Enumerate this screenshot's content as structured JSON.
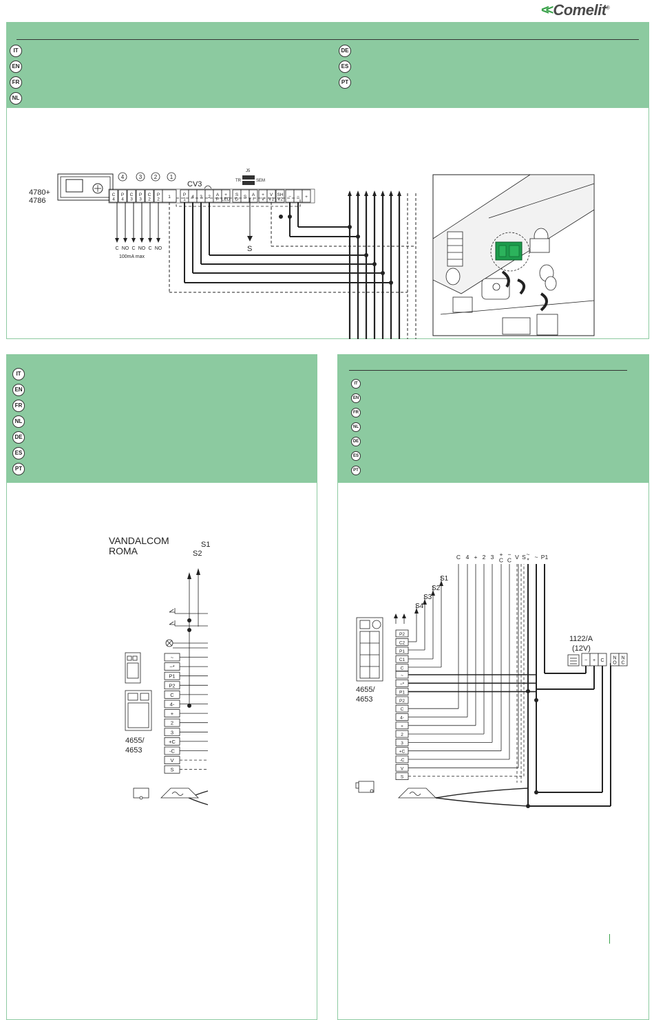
{
  "brand": {
    "logo_text": "Comelit",
    "registered": "®"
  },
  "languages_section_1": {
    "left": [
      "IT",
      "EN",
      "FR",
      "NL"
    ],
    "right": [
      "DE",
      "ES",
      "PT"
    ]
  },
  "languages_section_2": [
    "IT",
    "EN",
    "FR",
    "NL",
    "DE",
    "ES",
    "PT"
  ],
  "languages_section_3": [
    "IT",
    "EN",
    "FR",
    "NL",
    "DE",
    "ES",
    "PT"
  ],
  "diagram1": {
    "device_label_1": "4780+",
    "device_label_2": "4786",
    "relay_numbers": [
      "4",
      "3",
      "2",
      "1"
    ],
    "terminals_left": [
      "C\n4",
      "P\n4",
      "C\n3",
      "P\n3",
      "C\n2",
      "P\n2",
      "1"
    ],
    "cv3_label": "CV3",
    "terminals_mid": [
      "P\n1",
      "4",
      "3",
      "2",
      "A\nP",
      "+\nLED"
    ],
    "s_terminals": [
      "S\nD",
      "S",
      "A\nI"
    ],
    "supply_terminals": [
      "+\nV",
      "V\nV1",
      "SH\nV2",
      "−",
      "−",
      "+"
    ],
    "j5_label": "J5",
    "tr_label": "TR",
    "sem_label": "SEM",
    "relay_outputs": [
      "C",
      "NO",
      "C",
      "NO",
      "C",
      "NO"
    ],
    "relay_max": "100mA max",
    "s_output": "S"
  },
  "diagram2": {
    "panel_name_1": "VANDALCOM",
    "panel_name_2": "ROMA",
    "s1": "S1",
    "s2": "S2",
    "terminals": [
      "~",
      "~*",
      "P1",
      "P2",
      "C",
      "4-",
      "+",
      "2",
      "3",
      "+C",
      "-C",
      "V",
      "S"
    ],
    "model_1": "4655/",
    "model_2": "4653"
  },
  "diagram3": {
    "top_terminals": [
      "C",
      "4",
      "+",
      "2",
      "3",
      "+\nC",
      "−\nC",
      "V",
      "S",
      "~\n*",
      "~",
      "P1"
    ],
    "s_labels": [
      "S1",
      "S2",
      "S3",
      "S4"
    ],
    "small_terminals": [
      "P2",
      "C2",
      "P1",
      "C1",
      "C"
    ],
    "terminals": [
      "~",
      "~*",
      "P1",
      "P2",
      "C",
      "4-",
      "+",
      "2",
      "3",
      "+C",
      "-C",
      "V",
      "S"
    ],
    "model_1": "4655/",
    "model_2": "4653",
    "psu_1": "1122/A",
    "psu_2": "(12V)",
    "psu_terminals": [
      "−",
      "+",
      "C",
      "N\nO",
      "N\nC"
    ]
  }
}
